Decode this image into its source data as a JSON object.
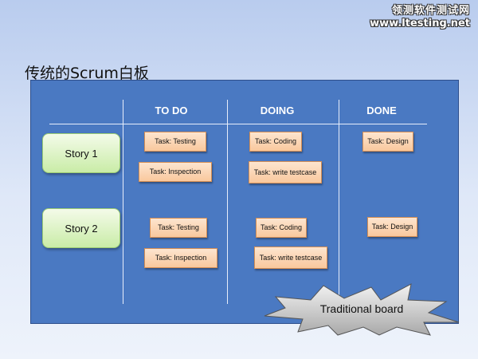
{
  "watermark": {
    "line1": "领测软件测试网",
    "line2": "www.ltesting.net"
  },
  "title": "传统的Scrum白板",
  "board": {
    "columns": [
      "TO DO",
      "DOING",
      "DONE"
    ],
    "stories": [
      {
        "label": "Story 1",
        "todo": [
          "Task: Testing",
          "Task: Inspection"
        ],
        "doing": [
          "Task: Coding",
          "Task: write testcase"
        ],
        "done": [
          "Task: Design"
        ]
      },
      {
        "label": "Story 2",
        "todo": [
          "Task: Testing",
          "Task: Inspection"
        ],
        "doing": [
          "Task: Coding",
          "Task: write testcase"
        ],
        "done": [
          "Task: Design"
        ]
      }
    ]
  },
  "callout": "Traditional board",
  "colors": {
    "board": "#4a79c2",
    "story": "#c9eca7",
    "task": "#f9c89d"
  }
}
